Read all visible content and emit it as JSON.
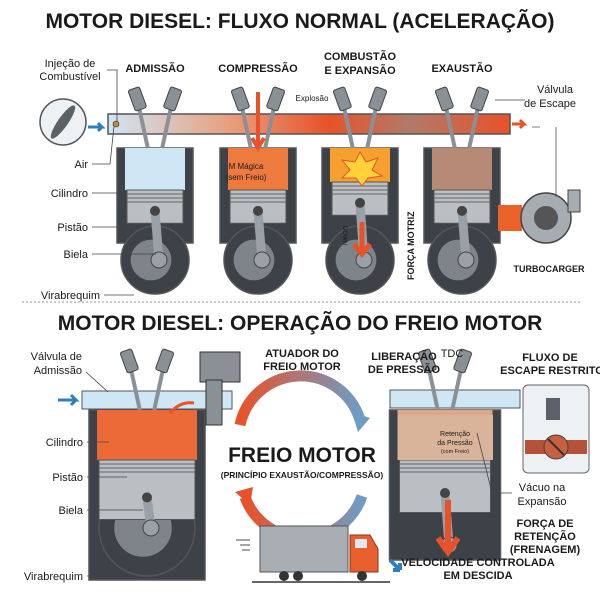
{
  "top": {
    "title": "MOTOR DIESEL: FLUXO NORMAL (ACELERAÇÃO)",
    "strokes": [
      "ADMISSÃO",
      "COMPRESSÃO",
      "COMBUSTÃO",
      "E EXPANSÃO",
      "EXAUSTÃO"
    ],
    "labels": {
      "injection_1": "Injeção de",
      "injection_2": "Combustível",
      "air": "Air",
      "cylinder": "Cilindro",
      "piston": "Pistão",
      "rod": "Biela",
      "crank": "Virabrequim",
      "explosion": "Explosão",
      "exhaust_valve_1": "Válvula",
      "exhaust_valve_2": "de Escape",
      "magic_1": "M Mágica",
      "magic_2": "(sem Freio)",
      "down": "DOWN",
      "drive_force": "FORÇA MOTRIZ",
      "turbo": "TURBOCARGER"
    }
  },
  "bottom": {
    "title": "MOTOR DIESEL: OPERAÇÃO DO FREIO MOTOR",
    "labels": {
      "intake_valve_1": "Válvula de",
      "intake_valve_2": "Admissão",
      "cylinder": "Cilindro",
      "piston": "Pistão",
      "rod": "Biela",
      "crank": "Virabrequim",
      "actuator_1": "ATUADOR DO",
      "actuator_2": "FREIO MOTOR",
      "release_1": "LIBERAÇÃO",
      "release_2": "DE PRESSÃO",
      "tdc": "TDC",
      "restricted_1": "FLUXO DE",
      "restricted_2": "ESCAPE RESTRITO",
      "retention_1": "Retenção",
      "retention_2": "da Pressão",
      "retention_3": "(com Freio)",
      "vacuum_1": "Vácuo na",
      "vacuum_2": "Expansão",
      "force_1": "FORÇA DE",
      "force_2": "RETENÇÃO",
      "force_3": "(FRENAGEM)",
      "brake_title": "FREIO MOTOR",
      "brake_sub": "(PRINCÍPIO EXAUSTÃO/COMPRESSÃO)",
      "speed_1": "VELOCIDADE CONTROLADA",
      "speed_2": "EM DESCIDA"
    }
  },
  "colors": {
    "metal": "#8a9196",
    "dark": "#3c4248",
    "hot": "#e8522a",
    "cool": "#4a8fc4",
    "air": "#cfe6f5"
  }
}
